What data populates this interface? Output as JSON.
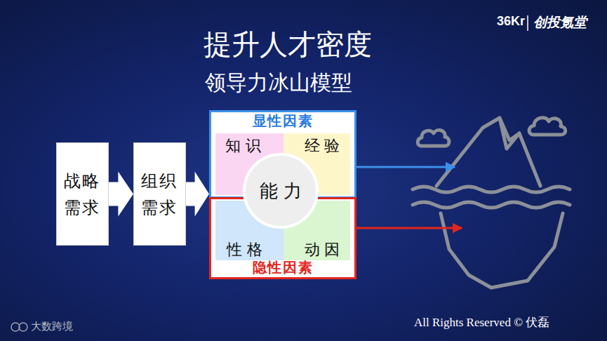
{
  "diagram": {
    "title": "提升人才密度",
    "nodes": [
      {
        "text": [
          "战略 需求"
        ]
      },
      {
        "text": [
          "组织 需求"
        ]
      },
      {
        "text": [
          "显性因素"
        ]
      },
      {
        "text": [
          "知识"
        ],
        "in": 2
      },
      {
        "text": [
          "经验"
        ],
        "in": 2
      },
      {
        "text": [
          "能力"
        ]
      },
      {
        "text": [
          "隐性因素"
        ]
      },
      {
        "text": [
          "性格"
        ],
        "in": 6
      },
      {
        "text": [
          "动因"
        ],
        "in": 6
      }
    ],
    "edges": [
      {
        "from": 0,
        "to": 1,
        "arrow": "to"
      },
      {
        "from": 1,
        "to": 2,
        "arrow": "to"
      }
    ],
    "labels": [
      "领导力冰山模型",
      "36Kr",
      "创投氪堂",
      "All Rights Reserved © 伏磊",
      "大数跨境"
    ]
  }
}
